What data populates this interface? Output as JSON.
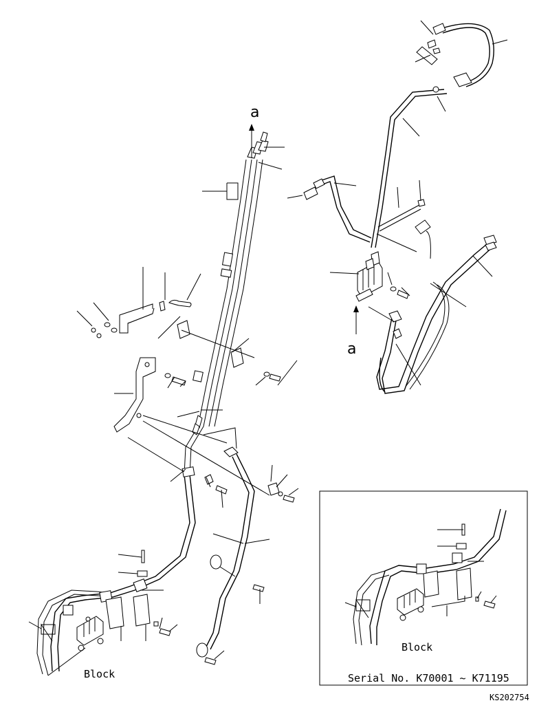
{
  "diagram": {
    "marker_top": "a",
    "marker_bottom": "a",
    "block_main": "Block",
    "block_inset": "Block",
    "inset_caption": "Serial No. K70001 ~ K71195",
    "drawing_number": "KS202754"
  }
}
